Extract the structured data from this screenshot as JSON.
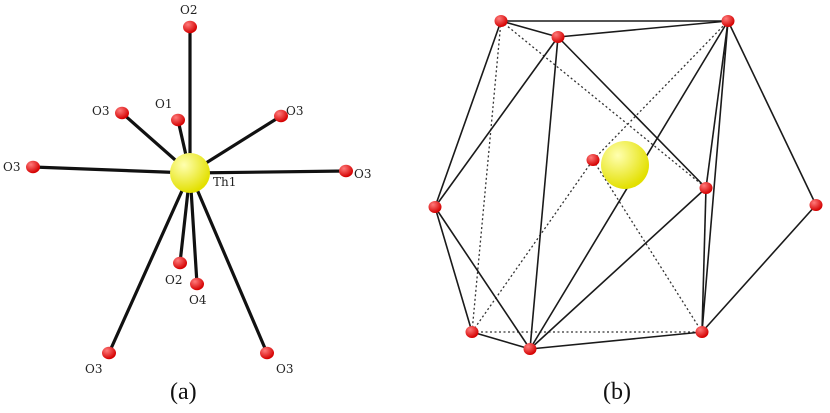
{
  "colors": {
    "oxygen": "#d40000",
    "oxygen_highlight": "#ff7a7a",
    "thorium": "#e3e000",
    "thorium_highlight": "#ffffb0",
    "bond": "#111111",
    "edge": "#1a1a1a",
    "hidden_edge": "#333333"
  },
  "panel_a": {
    "label": "(a)",
    "center_label": "Th1",
    "atoms": [
      {
        "id": "o2-top",
        "label": "O2"
      },
      {
        "id": "o1",
        "label": "O1"
      },
      {
        "id": "o3-upper-left",
        "label": "O3"
      },
      {
        "id": "o3-upper-right",
        "label": "O3"
      },
      {
        "id": "o3-left",
        "label": "O3"
      },
      {
        "id": "o3-right",
        "label": "O3"
      },
      {
        "id": "o2-lower",
        "label": "O2"
      },
      {
        "id": "o4",
        "label": "O4"
      },
      {
        "id": "o3-bottom-left",
        "label": "O3"
      },
      {
        "id": "o3-bottom-right",
        "label": "O3"
      }
    ]
  },
  "panel_b": {
    "label": "(b)"
  }
}
